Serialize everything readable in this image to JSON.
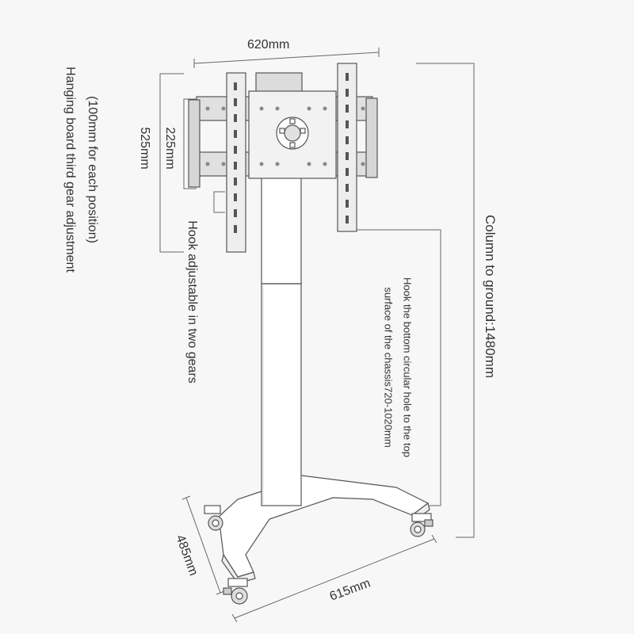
{
  "colors": {
    "background": "#f7f7f7",
    "stroke": "#555555",
    "dim": "#666666",
    "text": "#333333"
  },
  "labels": {
    "width_top": "620mm",
    "hanging_note_line1": "Hanging board third gear adjustment",
    "hanging_note_line2": "(100mm for each position)",
    "dim_525": "525mm",
    "dim_225": "225mm",
    "hook_gears": "Hook adjustable in two gears",
    "column_height": "Column to ground:1480mm",
    "hook_range_line1": "Hook the bottom circular hole to the top",
    "hook_range_line2": "surface of the chassis720-1020mm",
    "base_depth": "485mm",
    "base_width": "615mm"
  }
}
